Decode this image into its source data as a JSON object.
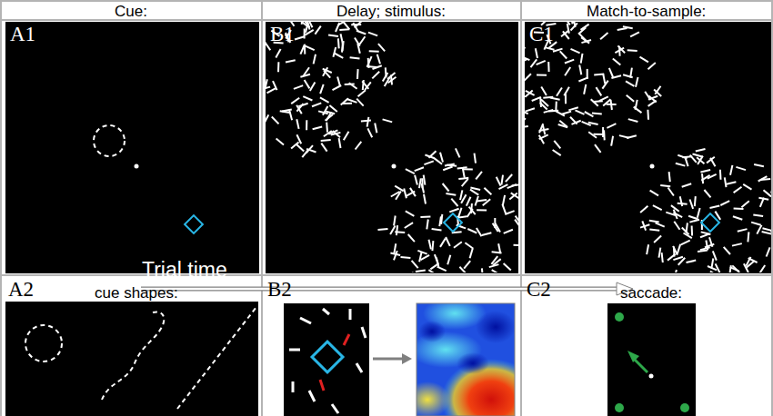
{
  "diagram": {
    "nodes": [
      {
        "text": [
          "A1"
        ]
      },
      {
        "text": [
          "B1"
        ]
      },
      {
        "text": [
          "C1"
        ]
      }
    ],
    "labels": [
      "Cue:",
      "Delay; stimulus:",
      "Match-to-sample:",
      "Trial time",
      "A2",
      "cue shapes:",
      "B2",
      "C2",
      "saccade:"
    ]
  }
}
